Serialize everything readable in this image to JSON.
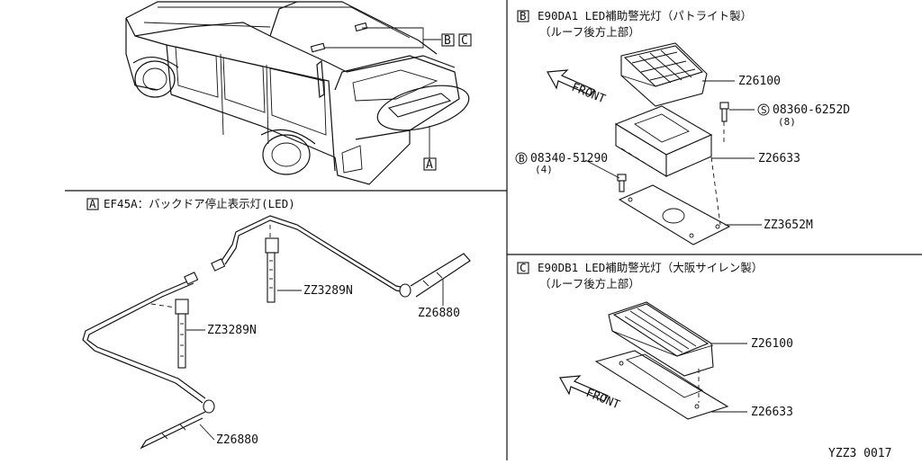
{
  "callouts": {
    "a": "A",
    "b": "B",
    "c": "C"
  },
  "section_a": {
    "title": "EF45A：バックドア停止表示灯(LED)",
    "parts": {
      "clip_upper": "ZZ3289N",
      "clip_lower": "ZZ3289N",
      "harness_right": "Z26880",
      "harness_left": "Z26880"
    }
  },
  "section_b": {
    "title": "E90DA1 LED補助警光灯（パトライト製）",
    "subtitle": "（ルーフ後方上部）",
    "front": "FRONT",
    "parts": {
      "lamp": "Z26100",
      "bolt": "08360-6252D",
      "bolt_qty": "(8)",
      "base": "Z26633",
      "screw": "08340-51290",
      "screw_qty": "(4)",
      "gasket": "ZZ3652M"
    }
  },
  "section_c": {
    "title": "E90DB1 LED補助警光灯（大阪サイレン製）",
    "subtitle": "（ルーフ後方上部）",
    "front": "FRONT",
    "parts": {
      "lamp": "Z26100",
      "gasket": "Z26633"
    }
  },
  "footer": {
    "code": "YZZ3  0017"
  }
}
